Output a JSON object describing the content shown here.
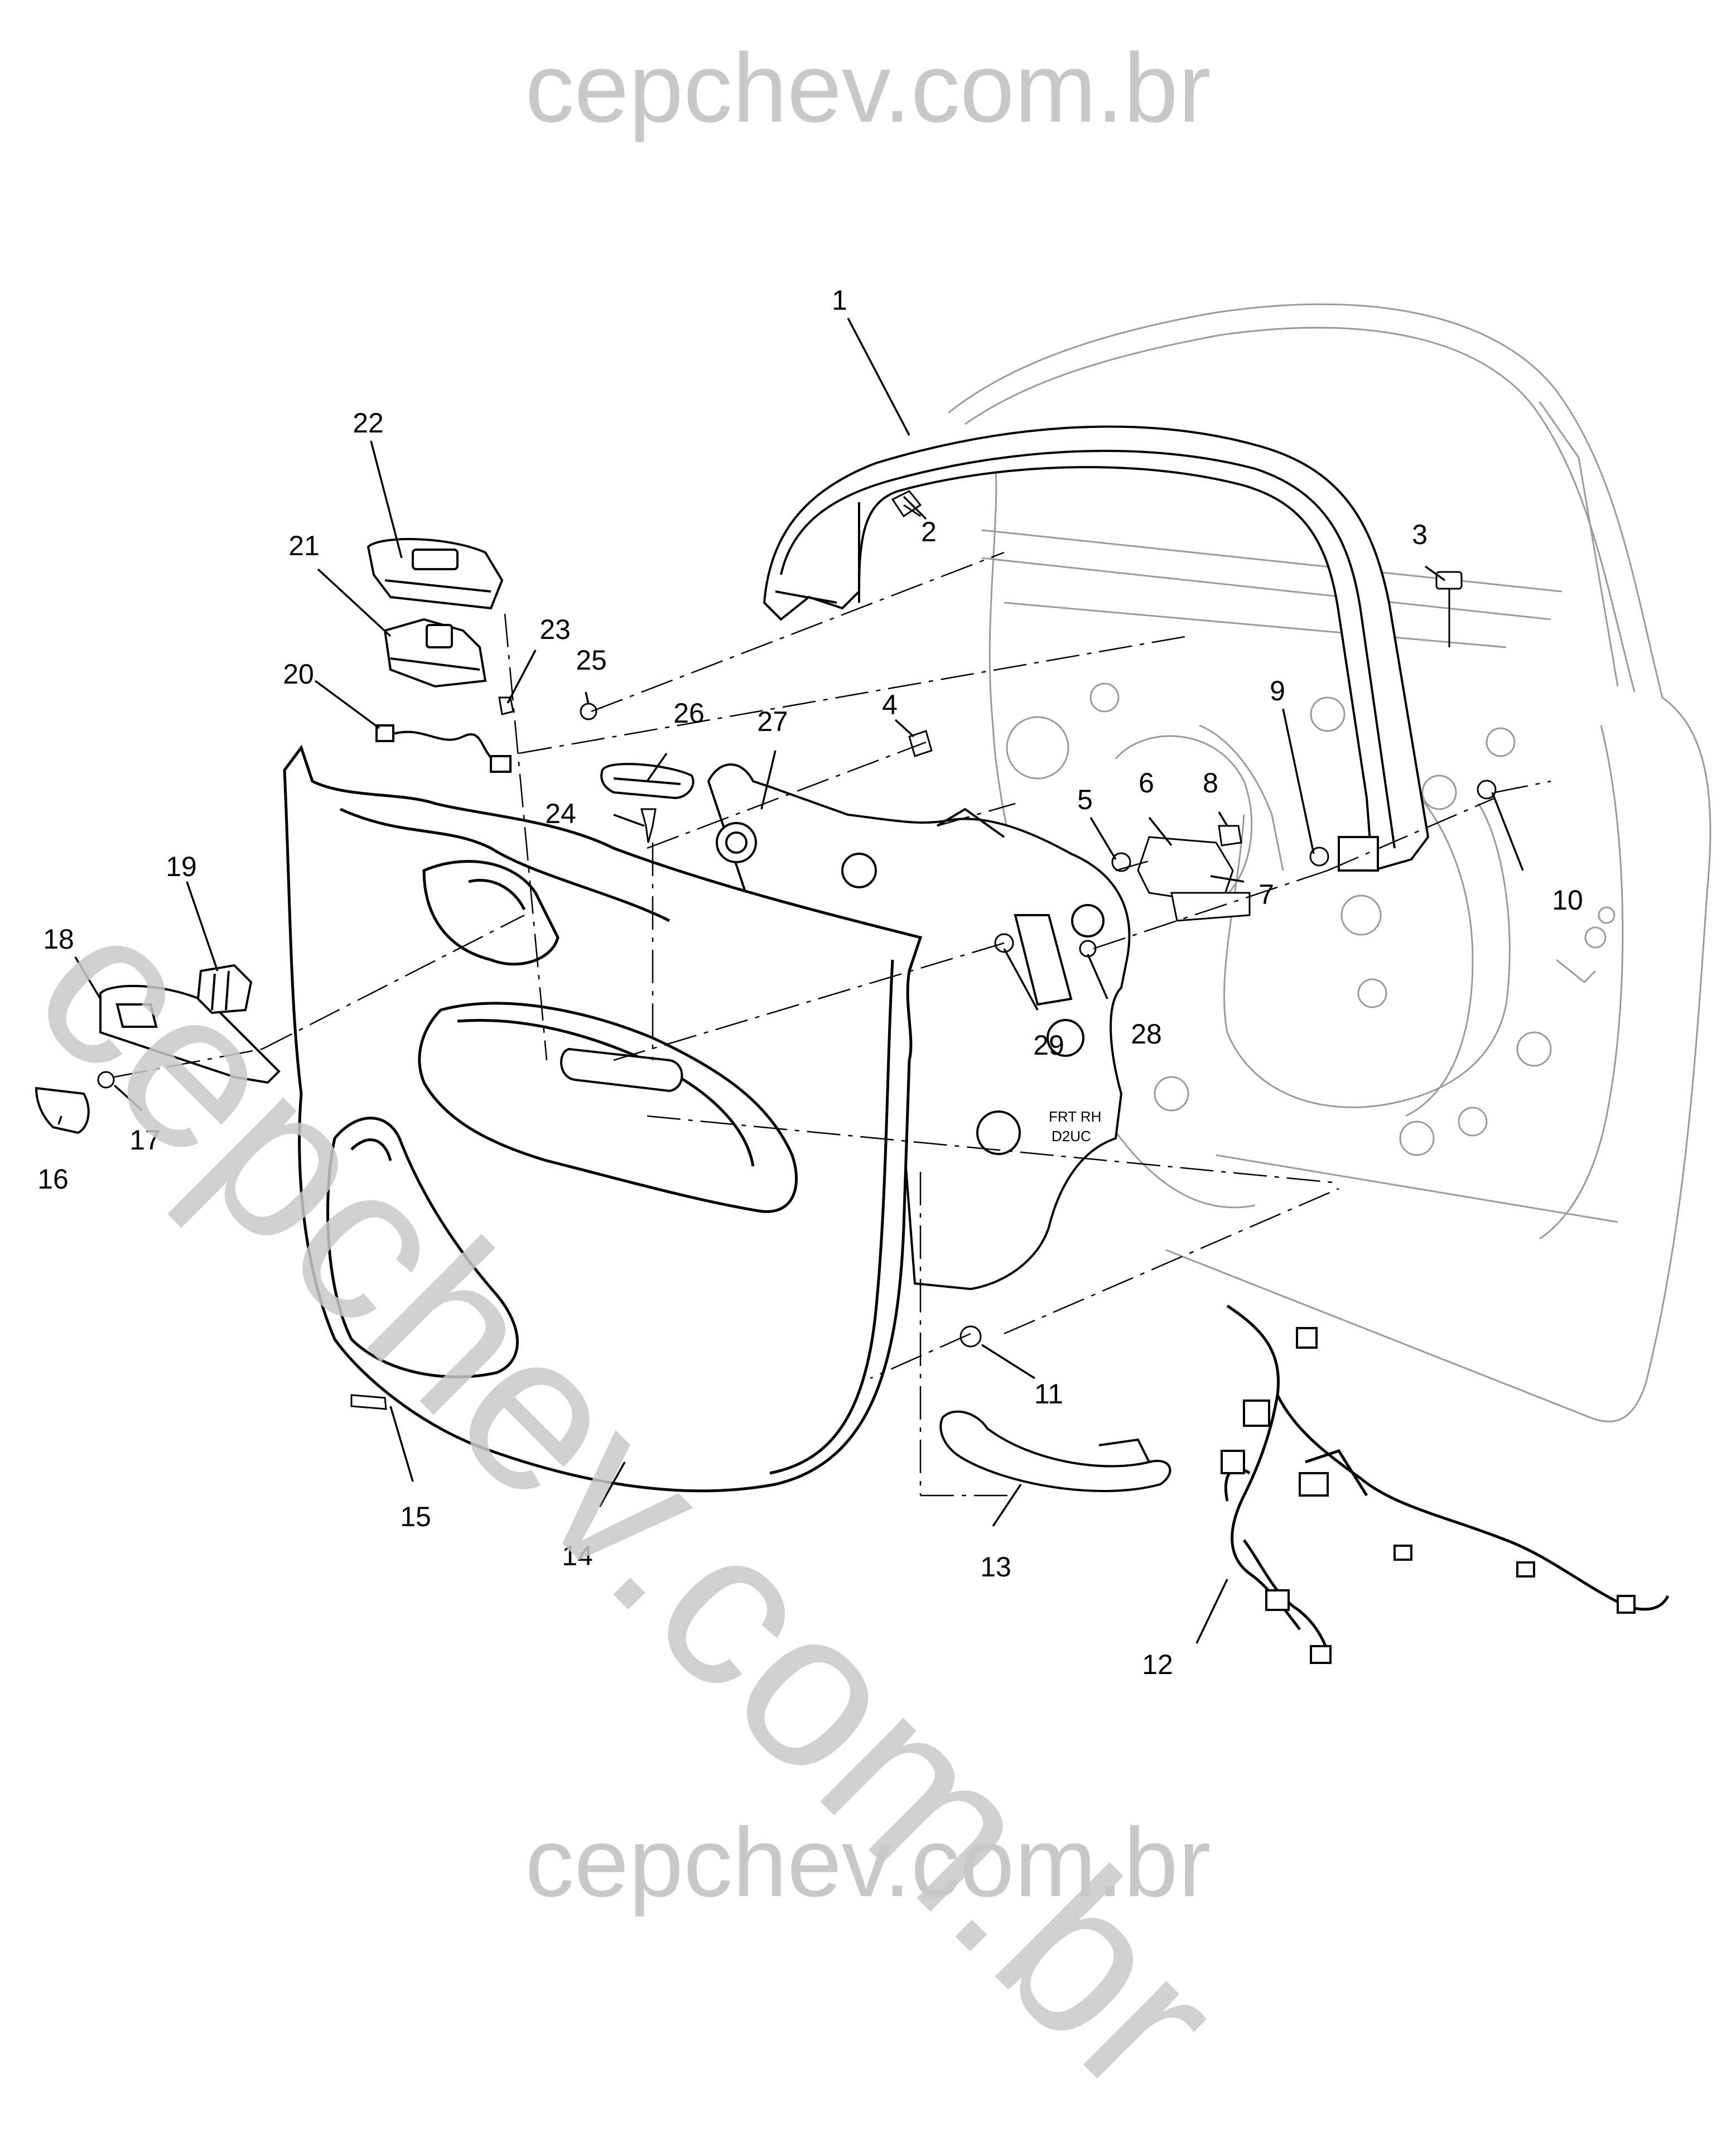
{
  "watermark": {
    "top": "cepchev.com.br",
    "diagonal": "cepchev.com.br",
    "bottom": "cepchev.com.br"
  },
  "callouts": [
    {
      "label": "1"
    },
    {
      "label": "2"
    },
    {
      "label": "3"
    },
    {
      "label": "4"
    },
    {
      "label": "5"
    },
    {
      "label": "6"
    },
    {
      "label": "7"
    },
    {
      "label": "8"
    },
    {
      "label": "9"
    },
    {
      "label": "10"
    },
    {
      "label": "11"
    },
    {
      "label": "12"
    },
    {
      "label": "13"
    },
    {
      "label": "14"
    },
    {
      "label": "15"
    },
    {
      "label": "16"
    },
    {
      "label": "17"
    },
    {
      "label": "18"
    },
    {
      "label": "19"
    },
    {
      "label": "20"
    },
    {
      "label": "21"
    },
    {
      "label": "22"
    },
    {
      "label": "23"
    },
    {
      "label": "24"
    },
    {
      "label": "25"
    },
    {
      "label": "26"
    },
    {
      "label": "27"
    },
    {
      "label": "28"
    },
    {
      "label": "29"
    }
  ],
  "part_markings": {
    "trim_panel_stamp_line1": "FRT RH",
    "trim_panel_stamp_line2": "D2UC"
  },
  "colors": {
    "line": "#000000",
    "background_body_line": "#9a9a9a",
    "watermark": "#c8c8c8"
  }
}
